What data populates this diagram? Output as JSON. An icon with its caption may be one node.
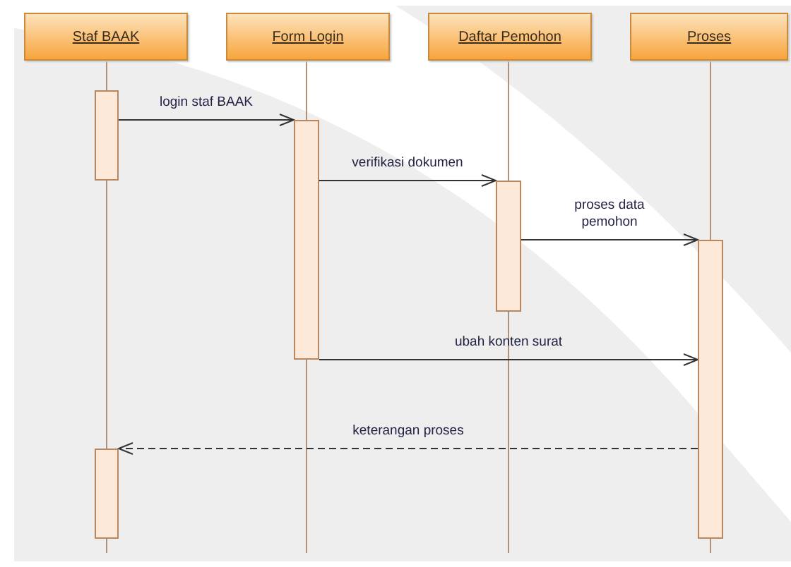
{
  "diagram": {
    "nodes": [
      {
        "text": [
          "Staf BAAK"
        ]
      },
      {
        "text": [
          "Form Login"
        ]
      },
      {
        "text": [
          "Daftar Pemohon"
        ]
      },
      {
        "text": [
          "Proses"
        ]
      },
      {
        "text": [],
        "shape": "bar"
      },
      {
        "text": [],
        "shape": "bar"
      },
      {
        "text": [],
        "shape": "bar"
      },
      {
        "text": [],
        "shape": "bar"
      },
      {
        "text": [],
        "shape": "bar"
      }
    ],
    "edges": [
      {
        "from": 4,
        "to": 5,
        "arrow": "to",
        "label": "login staf BAAK"
      },
      {
        "from": 5,
        "to": 6,
        "arrow": "to",
        "label": "verifikasi dokumen"
      },
      {
        "from": 6,
        "to": 7,
        "arrow": "to",
        "label": "proses data pemohon"
      },
      {
        "from": 5,
        "to": 7,
        "arrow": "to",
        "label": "ubah konten surat"
      },
      {
        "from": 7,
        "to": 8,
        "arrow": "to",
        "label": "keterangan proses",
        "style": "dashed"
      },
      {
        "from": 0,
        "to": 4,
        "arrow": "none",
        "color": "#b0927a"
      },
      {
        "from": 4,
        "to": 8,
        "arrow": "none",
        "color": "#b0927a"
      },
      {
        "from": 1,
        "to": 5,
        "arrow": "none",
        "color": "#b0927a"
      },
      {
        "from": 2,
        "to": 6,
        "arrow": "none",
        "color": "#b0927a"
      },
      {
        "from": 3,
        "to": 7,
        "arrow": "none",
        "color": "#b0927a"
      }
    ]
  }
}
